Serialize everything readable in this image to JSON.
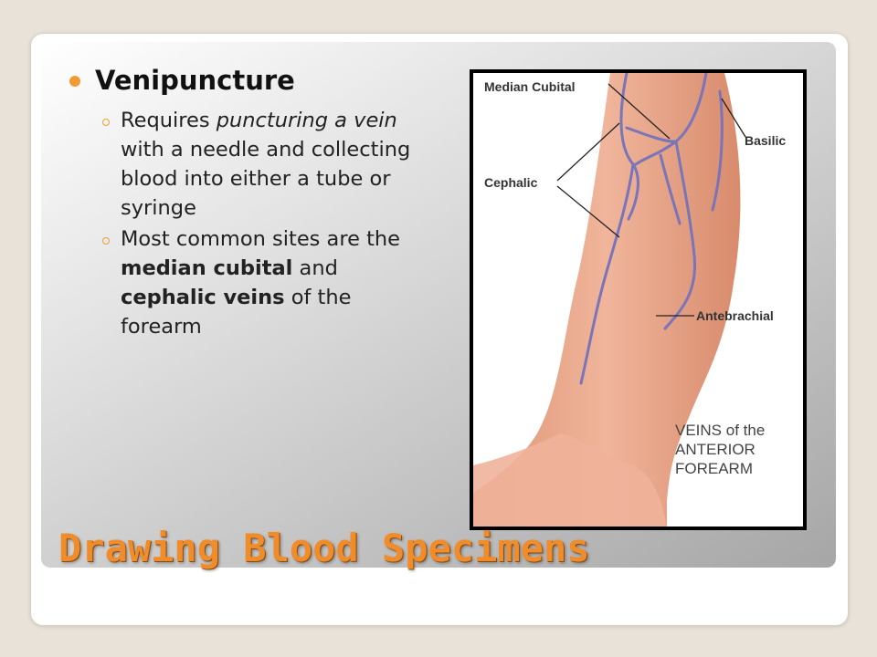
{
  "slide": {
    "title": "Drawing Blood Specimens",
    "heading": "Venipuncture",
    "sub1": {
      "p1": "Requires ",
      "em": "puncturing a vein",
      "p2": " with a needle and collecting blood into either a tube or syringe"
    },
    "sub2": {
      "p1": "Most common sites are the ",
      "b1": "median cubital",
      "p2": " and ",
      "b2": "cephalic veins",
      "p3": " of the forearm"
    }
  },
  "figure": {
    "label_median_cubital": "Median Cubital",
    "label_basilic": "Basilic",
    "label_cephalic": "Cephalic",
    "label_antebrachial": "Antebrachial",
    "caption_line1": "VEINS of the",
    "caption_line2": "ANTERIOR",
    "caption_line3": "FOREARM"
  },
  "colors": {
    "accent": "#f29b36",
    "title": "#f08c2a",
    "vein": "#7a74b8",
    "skin": "#e8a98c"
  }
}
